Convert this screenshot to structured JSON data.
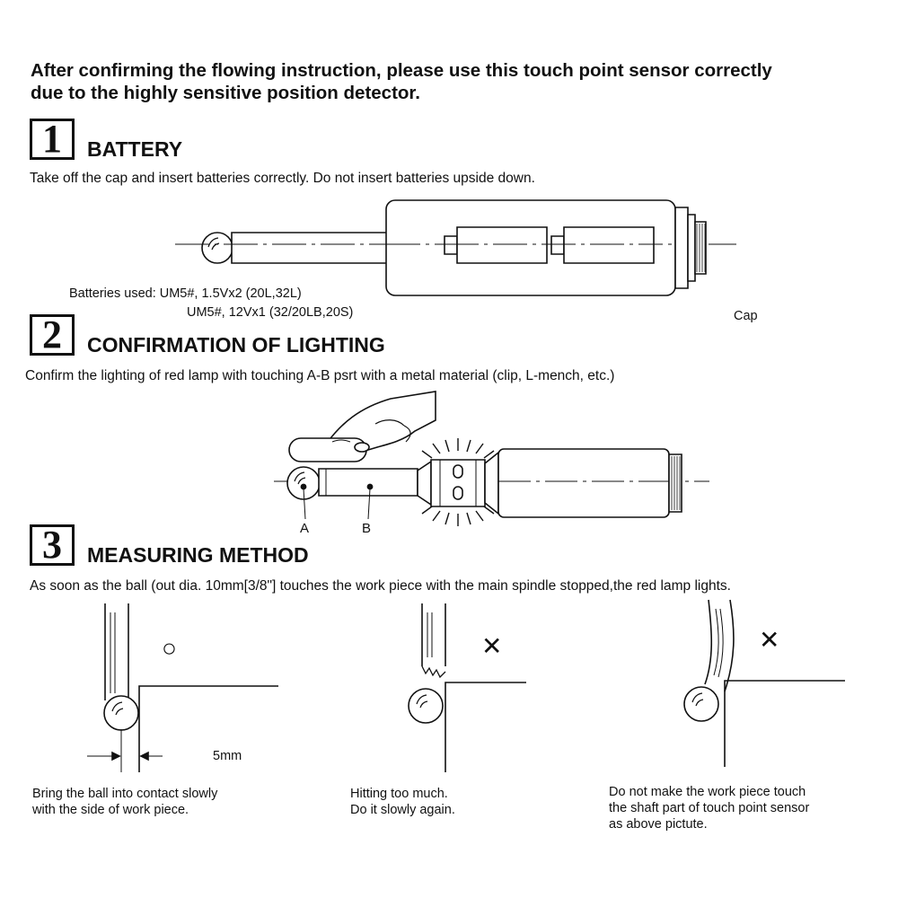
{
  "intro": {
    "line1": "After confirming the flowing instruction, please use this touch point sensor correctly",
    "line2": "due to the highly sensitive position detector."
  },
  "sections": [
    {
      "number": "1",
      "title": "BATTERY",
      "description": "Take off the cap and insert batteries correctly. Do not insert batteries upside down.",
      "batteries_line1": "Batteries used: UM5#, 1.5Vx2 (20L,32L)",
      "batteries_line2": "UM5#, 12Vx1 (32/20LB,20S)",
      "cap_label": "Cap"
    },
    {
      "number": "2",
      "title": "CONFIRMATION OF LIGHTING",
      "description": "Confirm the lighting of red lamp with touching A-B psrt with a metal material (clip, L-mench, etc.)",
      "label_a": "A",
      "label_b": "B"
    },
    {
      "number": "3",
      "title": "MEASURING METHOD",
      "description": "As soon as the ball (out dia. 10mm[3/8\"] touches the work piece with the main spindle stopped,the red lamp lights.",
      "panels": [
        {
          "mark": "○",
          "dimension": "5mm",
          "caption_line1": "Bring the ball into contact slowly",
          "caption_line2": "with the side of work piece."
        },
        {
          "mark": "✕",
          "caption_line1": "Hitting too much.",
          "caption_line2": "Do it slowly again."
        },
        {
          "mark": "✕",
          "caption_line1": "Do not make the work piece touch",
          "caption_line2": "the shaft part of touch point sensor",
          "caption_line3": "as above pictute."
        }
      ]
    }
  ]
}
